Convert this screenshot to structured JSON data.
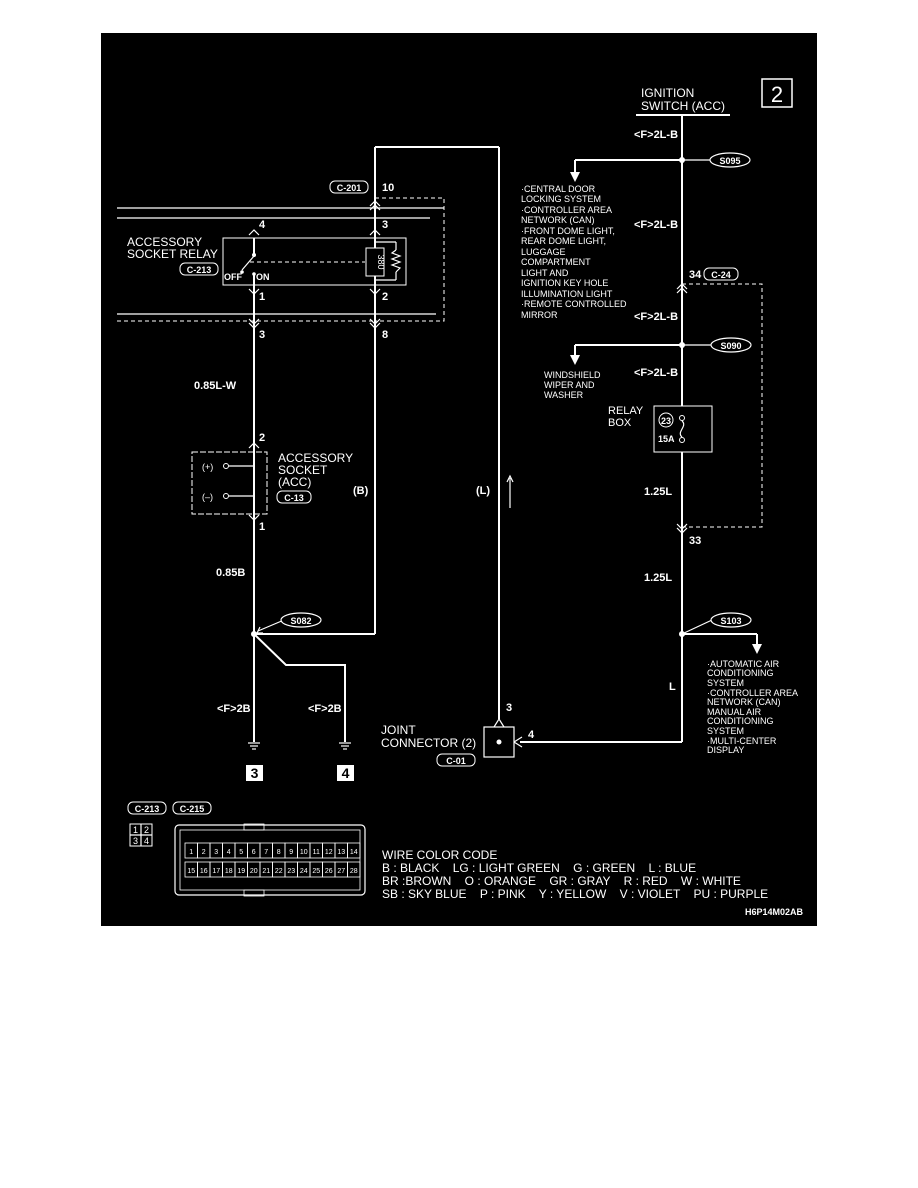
{
  "page_number": "2",
  "image_code": "H6P14M02AB",
  "ignition_switch": {
    "line1": "IGNITION",
    "line2": "SWITCH (ACC)"
  },
  "wires": {
    "f2lb_a": "<F>2L-B",
    "f2lb_b": "<F>2L-B",
    "f2lb_c": "<F>2L-B",
    "f2lb_d": "<F>2L-B",
    "w125_a": "1.25L",
    "w125_b": "1.25L",
    "w_l": "L",
    "w085lw": "0.85L-W",
    "w085b": "0.85B",
    "f2b_a": "<F>2B",
    "f2b_b": "<F>2B",
    "mid_b": "(B)",
    "mid_l": "(L)"
  },
  "splices": {
    "s095": "S095",
    "s090": "S090",
    "s103": "S103",
    "s082": "S082"
  },
  "connectors": {
    "c201": "C-201",
    "c213": "C-213",
    "c24": "C-24",
    "c13": "C-13",
    "c01": "C-01",
    "c213_legend": "C-213",
    "c215_legend": "C-215"
  },
  "pins": {
    "p10": "10",
    "p3a": "3",
    "p4a": "4",
    "p1a": "1",
    "p2a": "2",
    "p3b": "3",
    "p8": "8",
    "p2b": "2",
    "p1b": "1",
    "p34": "34",
    "p33": "33",
    "p3c": "3",
    "p4c": "4"
  },
  "relay": {
    "label1": "ACCESSORY",
    "label2": "SOCKET RELAY",
    "off": "OFF",
    "on": "ON",
    "coil_value": "380"
  },
  "socket": {
    "label1": "ACCESSORY",
    "label2": "SOCKET",
    "label3": "(ACC)",
    "plus": "(+)",
    "minus": "(–)"
  },
  "relay_box": {
    "label1": "RELAY",
    "label2": "BOX",
    "fuse_no": "23",
    "fuse_amp": "15A"
  },
  "joint_connector": {
    "label1": "JOINT",
    "label2": "CONNECTOR (2)"
  },
  "grounds": {
    "g3": "3",
    "g4": "4"
  },
  "branch_s095": [
    "·CENTRAL DOOR",
    "LOCKING SYSTEM",
    "·CONTROLLER AREA",
    "NETWORK (CAN)",
    "·FRONT DOME LIGHT,",
    "REAR DOME LIGHT,",
    "LUGGAGE",
    "COMPARTMENT",
    "LIGHT AND",
    "IGNITION KEY HOLE",
    "ILLUMINATION  LIGHT",
    "·REMOTE CONTROLLED",
    "MIRROR"
  ],
  "branch_s090": [
    "WINDSHIELD",
    "WIPER AND",
    "WASHER"
  ],
  "branch_s103": [
    "·AUTOMATIC AIR",
    "CONDITIONING",
    "SYSTEM",
    "·CONTROLLER AREA",
    "NETWORK (CAN)",
    "MANUAL AIR",
    "CONDITIONING",
    "SYSTEM",
    "·MULTI-CENTER",
    "DISPLAY"
  ],
  "c213_pins": [
    "1",
    "2",
    "3",
    "4"
  ],
  "c215_row1": [
    "1",
    "2",
    "3",
    "4",
    "5",
    "6",
    "7",
    "8",
    "9",
    "10",
    "11",
    "12",
    "13",
    "14"
  ],
  "c215_row2": [
    "15",
    "16",
    "17",
    "18",
    "19",
    "20",
    "21",
    "22",
    "23",
    "24",
    "25",
    "26",
    "27",
    "28"
  ],
  "wire_color_code": {
    "title": "WIRE COLOR CODE",
    "line1": "B : BLACK    LG : LIGHT GREEN    G : GREEN    L : BLUE",
    "line2": "BR :BROWN    O : ORANGE    GR : GRAY    R : RED    W : WHITE",
    "line3": "SB : SKY BLUE    P : PINK    Y : YELLOW    V : VIOLET    PU : PURPLE"
  },
  "colors": {
    "background": "#000000",
    "foreground": "#ffffff",
    "page": "#ffffff"
  }
}
